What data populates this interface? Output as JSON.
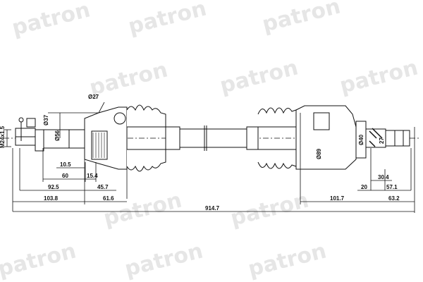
{
  "brand": {
    "watermark": "patron",
    "watermark_color": "#e4e4e4"
  },
  "diagram": {
    "title": "Drive shaft (CV axle) dimensional drawing",
    "labels": {
      "thread": "M24x1.5",
      "outer_joint_dia_1": "Ø37",
      "outer_joint_dia_2": "Ø56",
      "outer_joint_spline": "Ø27",
      "inner_joint_dia": "Ø89",
      "inner_stub_dia": "Ø40",
      "inner_spline": "27"
    },
    "dimensions": {
      "d_10_5": "10.5",
      "d_60": "60",
      "d_15_4": "15.4",
      "d_92_5": "92.5",
      "d_45_7": "45.7",
      "d_103_8": "103.8",
      "d_61_6": "61.6",
      "total_length": "914.7",
      "d_101_7": "101.7",
      "d_30_4": "30.4",
      "d_20": "20",
      "d_57_1": "57.1",
      "d_63_2": "63.2"
    }
  }
}
